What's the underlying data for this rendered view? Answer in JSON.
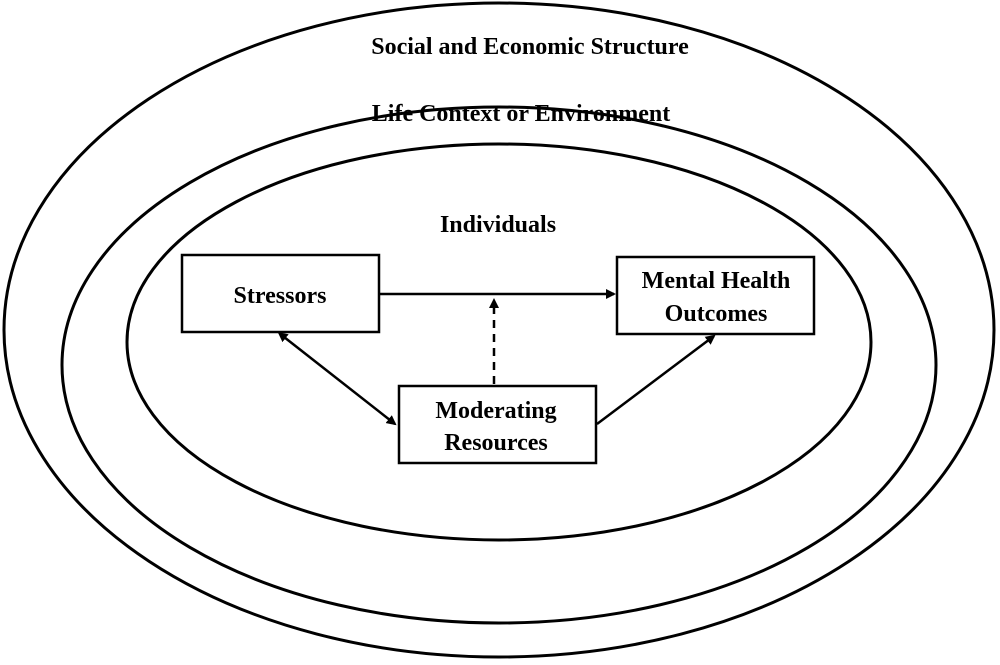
{
  "layers": {
    "outer": "Social and Economic Structure",
    "middle": "Life Context or Environment",
    "inner": "Individuals"
  },
  "nodes": {
    "stressors": [
      "Stressors"
    ],
    "outcomes": [
      "Mental Health",
      "Outcomes"
    ],
    "resources": [
      "Moderating",
      "Resources"
    ]
  },
  "edges": [
    {
      "from": "Stressors",
      "to": "Mental Health Outcomes",
      "style": "solid",
      "direction": "forward"
    },
    {
      "from": "Moderating Resources",
      "to": "Stressors → Mental Health Outcomes path",
      "style": "dashed",
      "direction": "forward"
    },
    {
      "from": "Stressors",
      "to": "Moderating Resources",
      "style": "solid",
      "direction": "bidirectional"
    },
    {
      "from": "Moderating Resources",
      "to": "Mental Health Outcomes",
      "style": "solid",
      "direction": "forward"
    }
  ],
  "colors": {
    "stroke": "#000000",
    "background": "#ffffff"
  }
}
